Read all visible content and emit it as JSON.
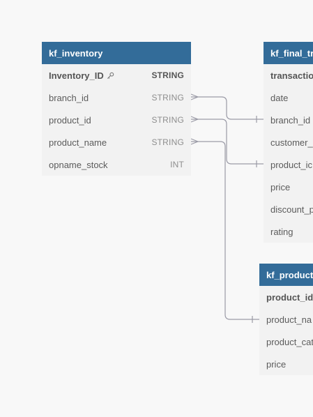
{
  "tables": {
    "inventory": {
      "name": "kf_inventory",
      "columns": [
        {
          "name": "Inventory_ID",
          "type": "STRING",
          "pk": true
        },
        {
          "name": "branch_id",
          "type": "STRING"
        },
        {
          "name": "product_id",
          "type": "STRING"
        },
        {
          "name": "product_name",
          "type": "STRING"
        },
        {
          "name": "opname_stock",
          "type": "INT"
        }
      ]
    },
    "final_transaction": {
      "name": "kf_final_tr",
      "columns": [
        {
          "name": "transactio",
          "pk": true
        },
        {
          "name": "date"
        },
        {
          "name": "branch_id"
        },
        {
          "name": "customer_"
        },
        {
          "name": "product_ic"
        },
        {
          "name": "price"
        },
        {
          "name": "discount_p"
        },
        {
          "name": "rating"
        }
      ]
    },
    "product": {
      "name": "kf_product",
      "columns": [
        {
          "name": "product_id",
          "pk": true
        },
        {
          "name": "product_na"
        },
        {
          "name": "product_cat"
        },
        {
          "name": "price"
        }
      ]
    }
  },
  "colors": {
    "header_bg": "#336c99",
    "table_bg": "#f2f2f2",
    "canvas_bg": "#f8f8f8",
    "relation_line": "#9a9aa6"
  },
  "icons": {
    "primary_key": "key-icon"
  }
}
